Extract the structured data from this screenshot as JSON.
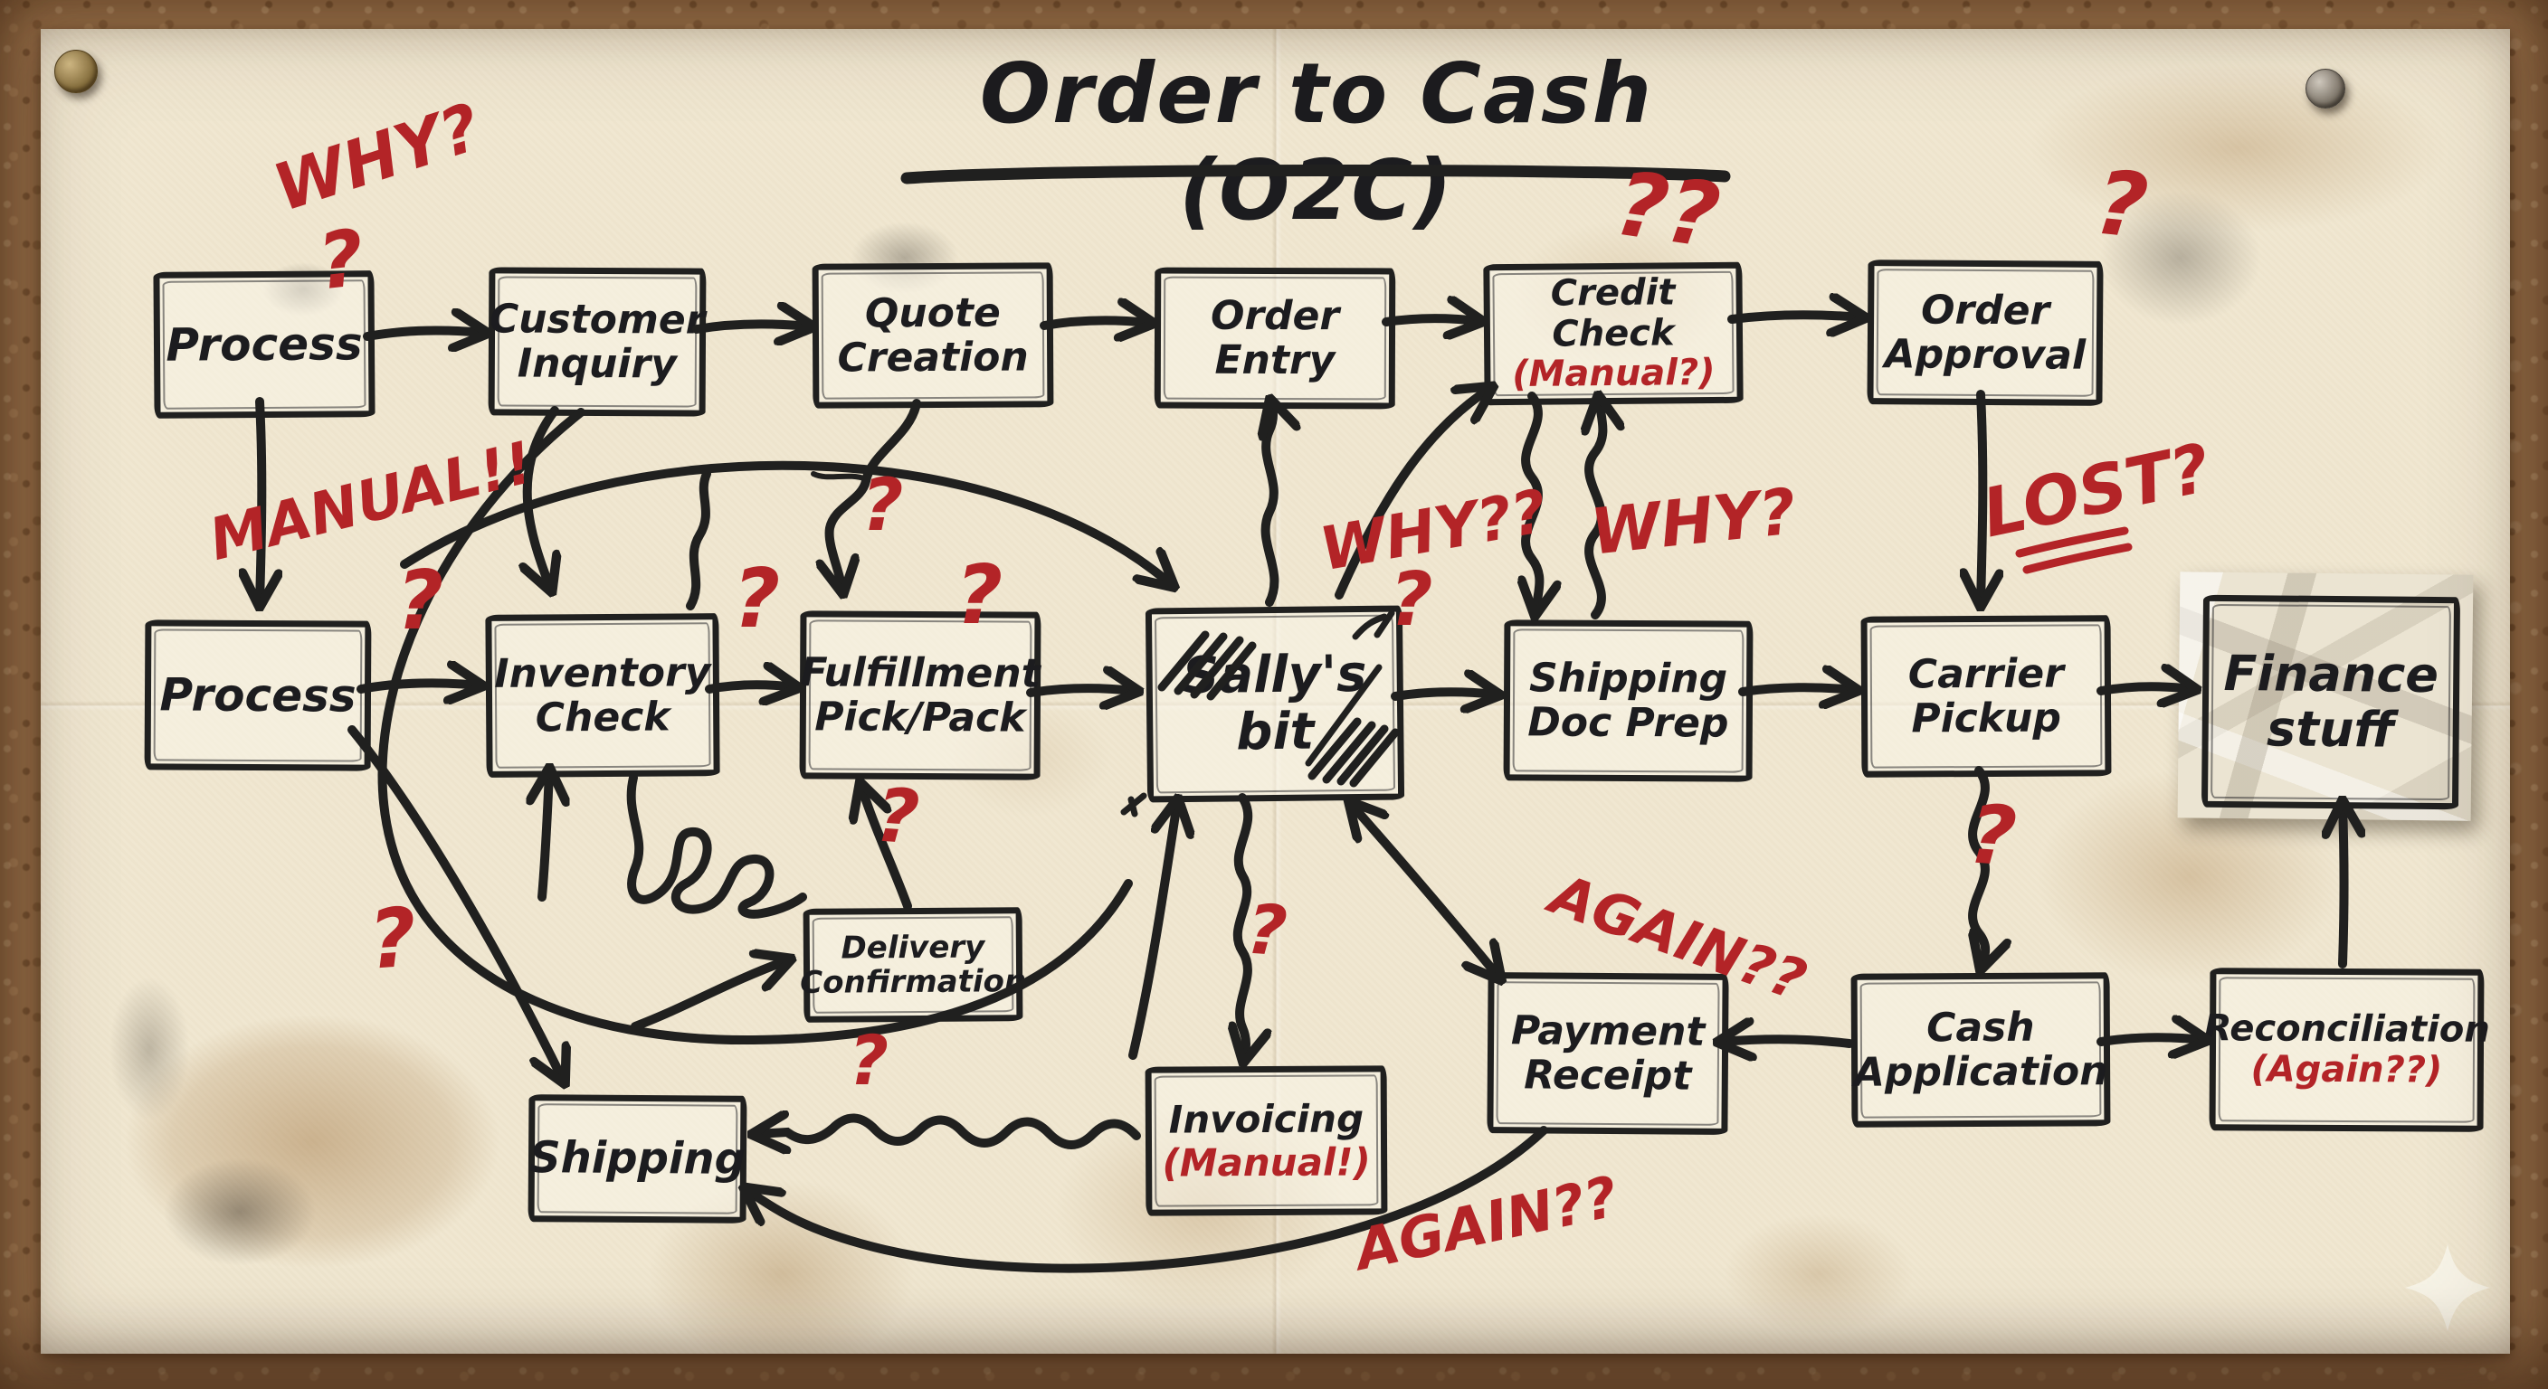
{
  "title": {
    "text": "Order to Cash (O2C)"
  },
  "nodes": {
    "process_top": {
      "label": "Process"
    },
    "customer_inquiry": {
      "label": "Customer Inquiry"
    },
    "quote_creation": {
      "label": "Quote Creation"
    },
    "order_entry": {
      "label": "Order Entry"
    },
    "credit_check": {
      "label": "Credit Check",
      "sub": "(Manual?)"
    },
    "order_approval": {
      "label": "Order Approval"
    },
    "process_mid": {
      "label": "Process"
    },
    "inventory_check": {
      "label": "Inventory Check"
    },
    "fulfillment": {
      "label": "Fulfillment Pick/Pack"
    },
    "sallys_bit": {
      "label": "Sally's bit"
    },
    "shipping_doc_prep": {
      "label": "Shipping Doc Prep"
    },
    "carrier_pickup": {
      "label": "Carrier Pickup"
    },
    "finance_stuff": {
      "label": "Finance stuff"
    },
    "delivery_confirmation": {
      "label": "Delivery Confirmation"
    },
    "shipping": {
      "label": "Shipping"
    },
    "invoicing": {
      "label": "Invoicing",
      "sub": "(Manual!)"
    },
    "payment_receipt": {
      "label": "Payment Receipt"
    },
    "cash_application": {
      "label": "Cash Application"
    },
    "reconciliation": {
      "label": "Reconciliation",
      "sub": "(Again??)"
    }
  },
  "annotations": {
    "why_top": "WHY?",
    "why_top_q": "?",
    "credit_qq": "??",
    "approval_q": "?",
    "manual_bang": "MANUAL!!",
    "process2_q": "?",
    "inventory_q": "?",
    "fulfillment_q": "?",
    "sally_left_q": "?",
    "why2": "WHY??",
    "why2_q": "?",
    "why3": "WHY?",
    "lost": "LOST?",
    "carrier_q": "?",
    "again1": "AGAIN??",
    "again2": "AGAIN??",
    "shipping_q": "?",
    "dc_q": "?",
    "invoice_wavy_q": "?",
    "sally_down_q": "?"
  },
  "icons": {
    "pushpin_left": "brass-thumbtack",
    "pushpin_right": "steel-thumbtack",
    "sparkle": "four-point-star"
  },
  "colors": {
    "ink": "#20201f",
    "annotation_red": "#b32427",
    "paper": "#f0e7d1",
    "cork": "#a97f55"
  }
}
